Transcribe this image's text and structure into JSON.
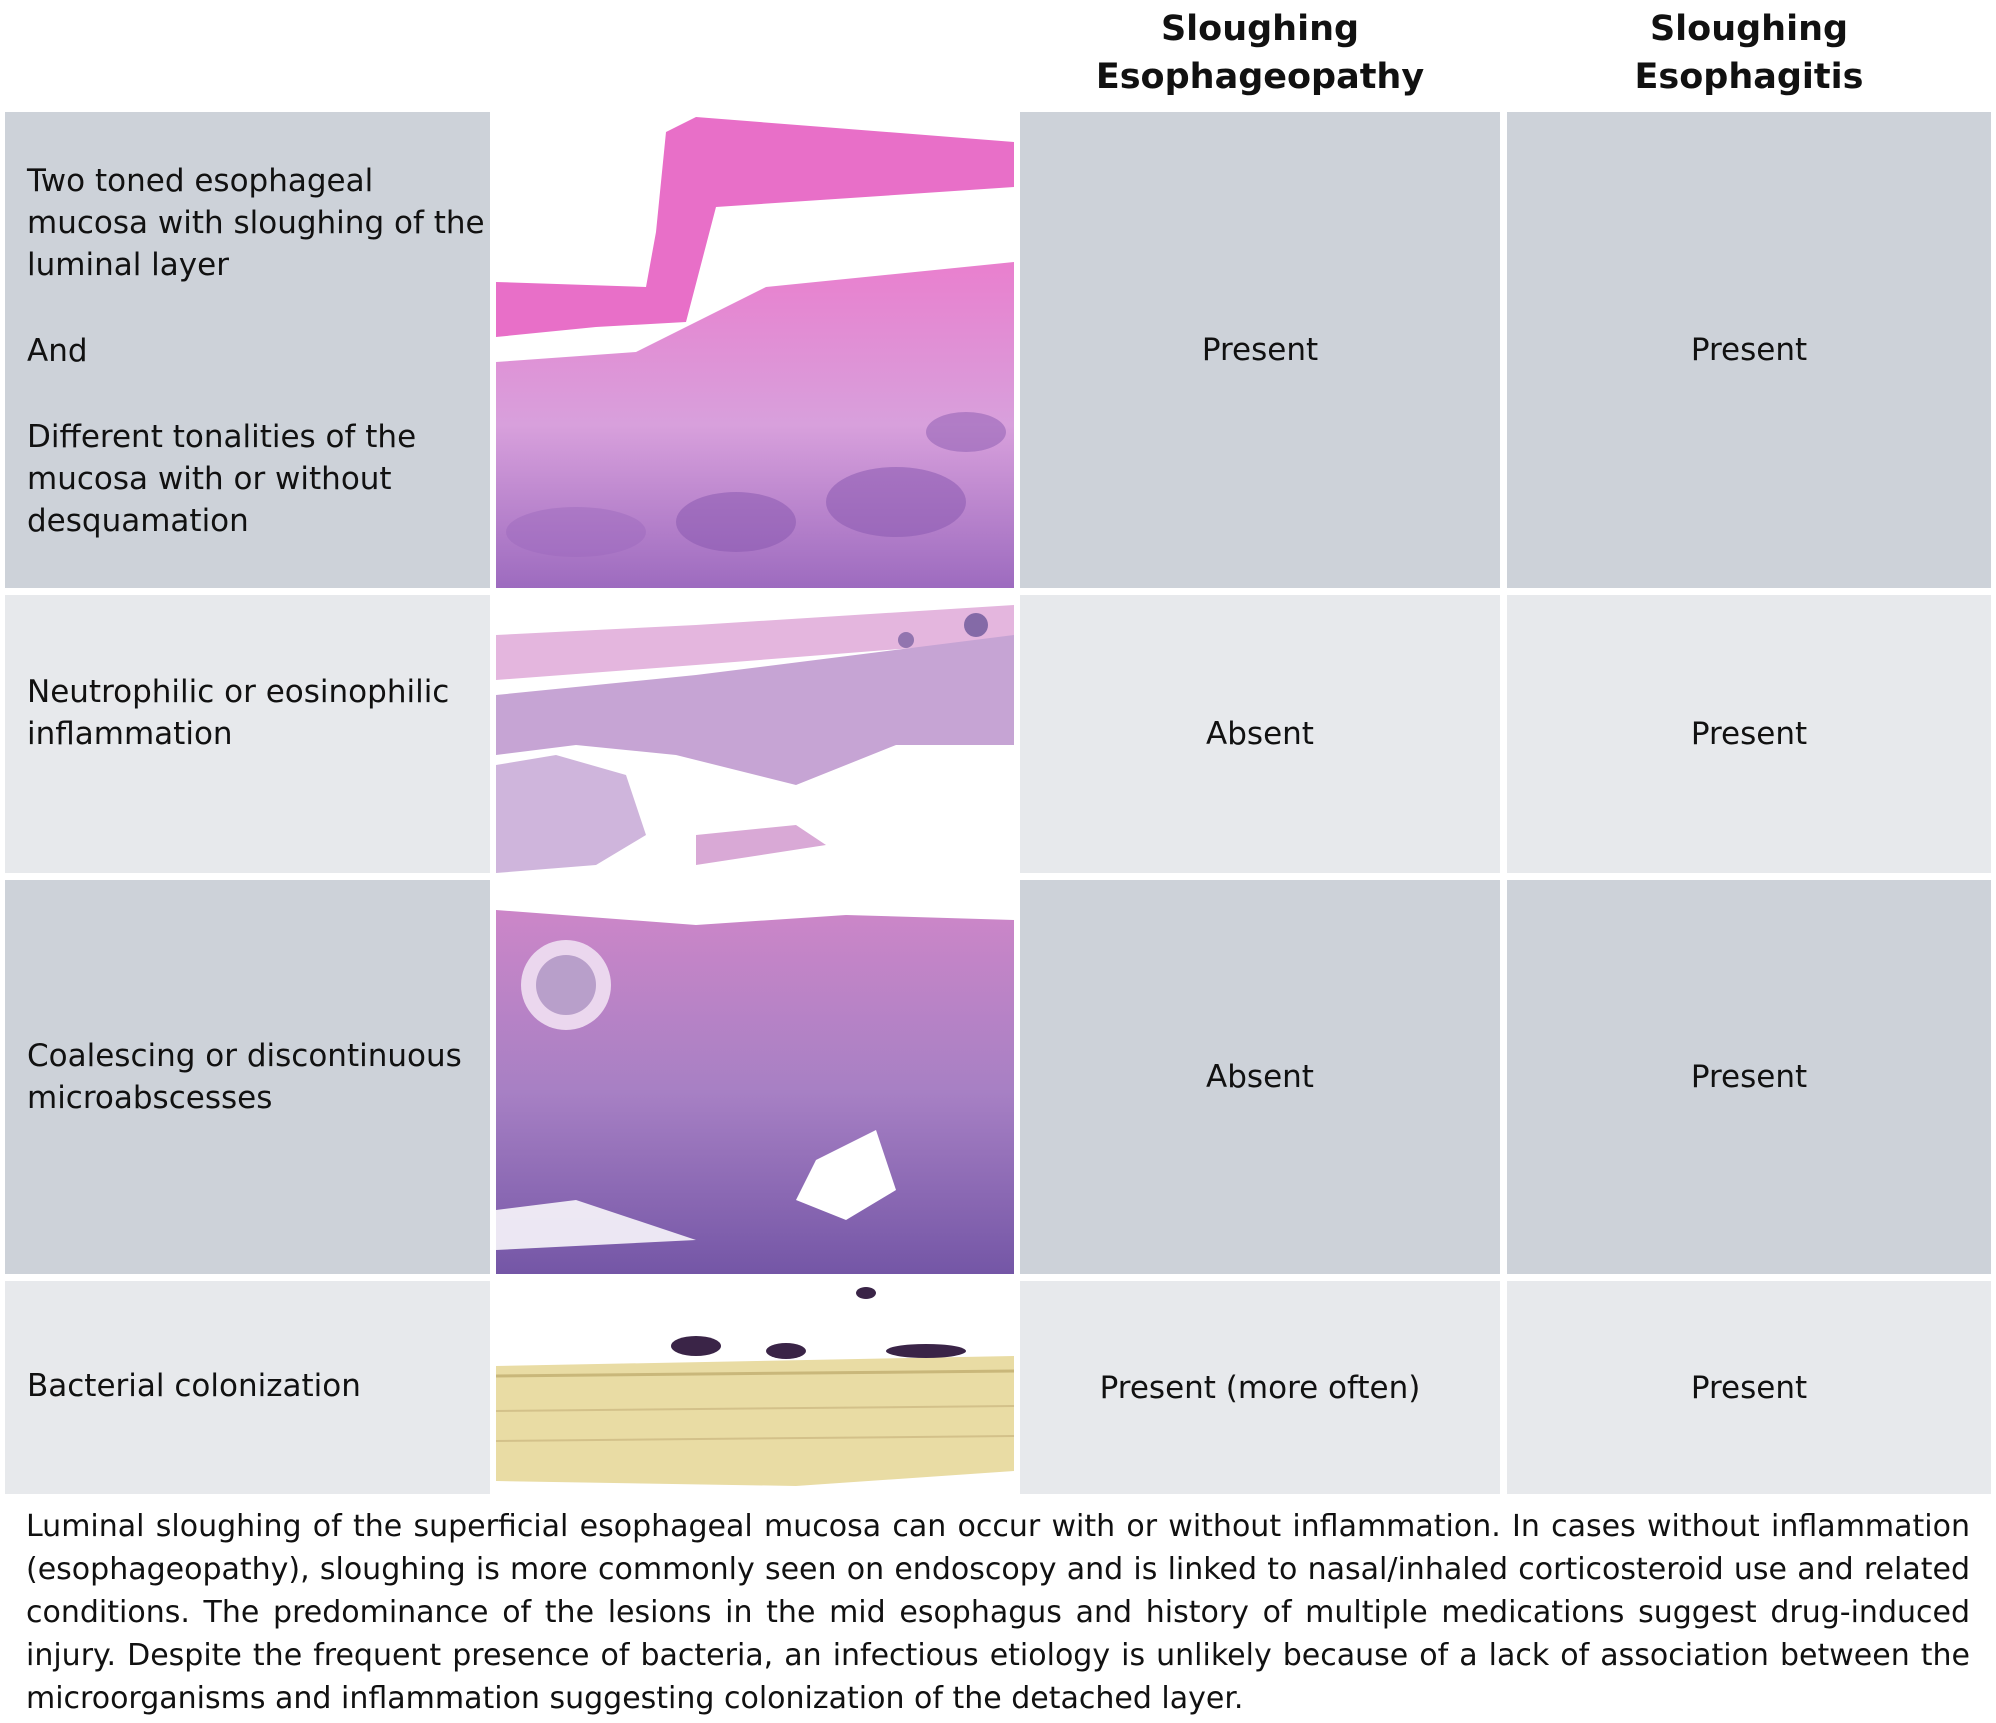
{
  "header": {
    "col1_line1": "Sloughing",
    "col1_line2": "Esophageopathy",
    "col2_line1": "Sloughing",
    "col2_line2": "Esophagitis"
  },
  "rows": [
    {
      "label_lines": [
        "Two toned esophageal",
        "mucosa with sloughing of the",
        "luminal layer"
      ],
      "label_and": "And",
      "label_lines2": [
        "Different tonalities of the",
        "mucosa with or without",
        "desquamation"
      ],
      "esophageopathy": "Present",
      "esophagitis": "Present",
      "image": "H&E micrograph: two-toned mucosa with sloughed luminal layer"
    },
    {
      "label_lines": [
        "Neutrophilic or eosinophilic",
        "inflammation"
      ],
      "esophageopathy": "Absent",
      "esophagitis": "Present",
      "image": "H&E micrograph: inflammation"
    },
    {
      "label_lines": [
        "Coalescing or discontinuous",
        "microabscesses"
      ],
      "esophageopathy": "Absent",
      "esophagitis": "Present",
      "image": "H&E micrograph: microabscess"
    },
    {
      "label_lines": [
        "Bacterial colonization"
      ],
      "esophageopathy": "Present (more often)",
      "esophagitis": "Present",
      "image": "micrograph: bacterial colonization"
    }
  ],
  "colors": {
    "row_dark": "#cdd2d9",
    "row_light": "#e7e9ec"
  },
  "caption": "Luminal sloughing of the superficial esophageal mucosa can occur with or without inflammation. In cases without inflammation (esophageopathy), sloughing is more commonly seen on endoscopy and is linked to nasal/inhaled corticosteroid use and related conditions.  The predominance of the lesions in the mid esophagus and history of multiple medications suggest drug-induced injury. Despite the frequent presence of bacteria, an infectious etiology is unlikely because of a lack of association between the microorganisms and inflammation suggesting colonization of the detached layer."
}
